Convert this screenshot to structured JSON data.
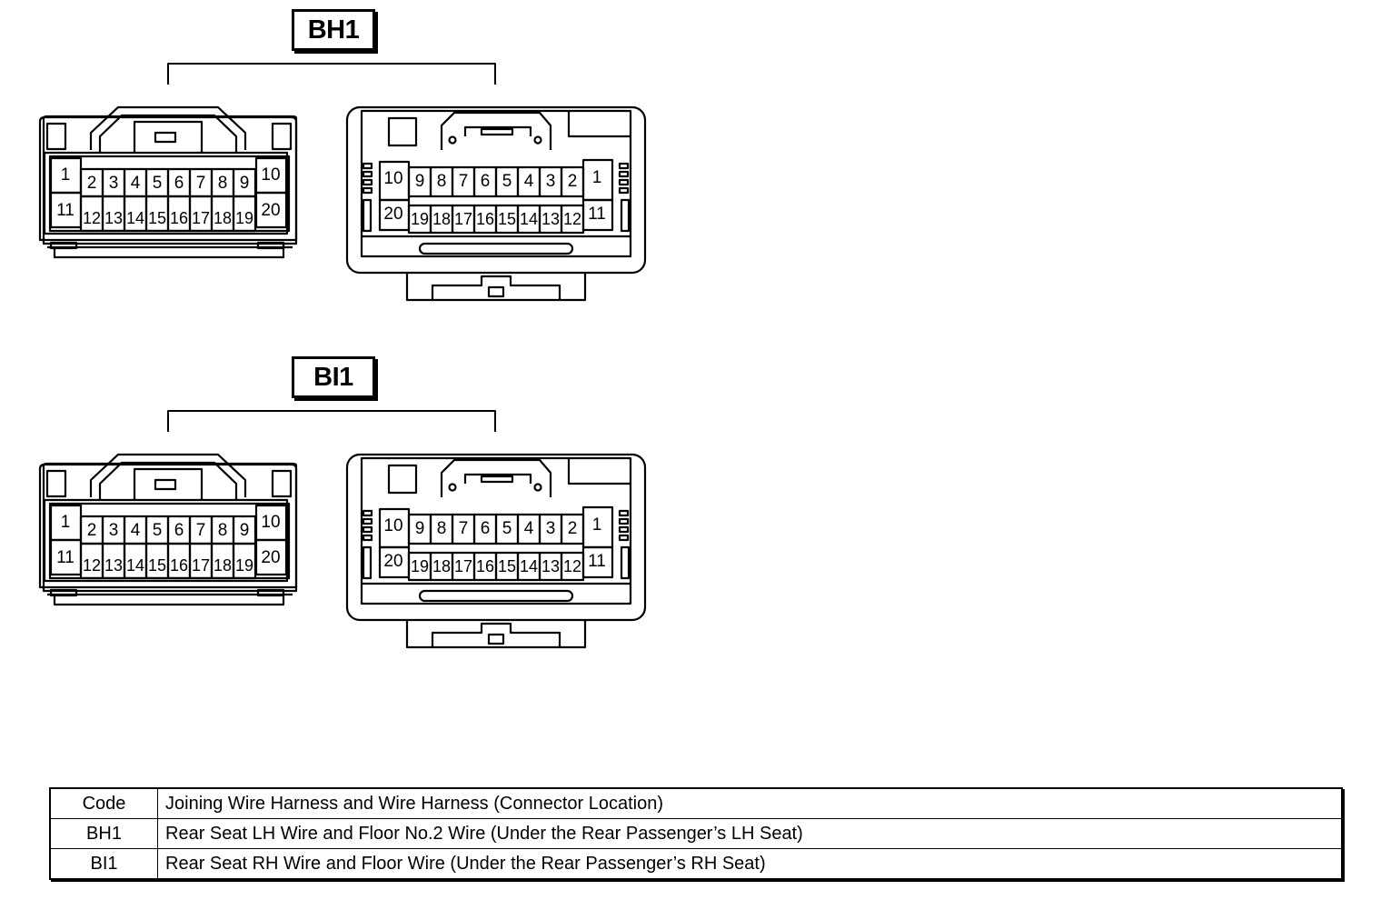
{
  "connectors": [
    {
      "code": "BH1",
      "male_pins": {
        "top": [
          "1",
          "2",
          "3",
          "4",
          "5",
          "6",
          "7",
          "8",
          "9",
          "10"
        ],
        "bottom": [
          "11",
          "12",
          "13",
          "14",
          "15",
          "16",
          "17",
          "18",
          "19",
          "20"
        ]
      },
      "female_pins": {
        "top": [
          "10",
          "9",
          "8",
          "7",
          "6",
          "5",
          "4",
          "3",
          "2",
          "1"
        ],
        "bottom": [
          "20",
          "19",
          "18",
          "17",
          "16",
          "15",
          "14",
          "13",
          "12",
          "11"
        ]
      }
    },
    {
      "code": "BI1",
      "male_pins": {
        "top": [
          "1",
          "2",
          "3",
          "4",
          "5",
          "6",
          "7",
          "8",
          "9",
          "10"
        ],
        "bottom": [
          "11",
          "12",
          "13",
          "14",
          "15",
          "16",
          "17",
          "18",
          "19",
          "20"
        ]
      },
      "female_pins": {
        "top": [
          "10",
          "9",
          "8",
          "7",
          "6",
          "5",
          "4",
          "3",
          "2",
          "1"
        ],
        "bottom": [
          "20",
          "19",
          "18",
          "17",
          "16",
          "15",
          "14",
          "13",
          "12",
          "11"
        ]
      }
    }
  ],
  "legend": {
    "header": {
      "code": "Code",
      "description": "Joining Wire Harness and Wire Harness (Connector Location)"
    },
    "rows": [
      {
        "code": "BH1",
        "description": "Rear Seat LH Wire and Floor No.2 Wire (Under the Rear Passenger’s LH Seat)"
      },
      {
        "code": "BI1",
        "description": "Rear Seat RH Wire and Floor Wire (Under the Rear Passenger’s RH Seat)"
      }
    ]
  }
}
